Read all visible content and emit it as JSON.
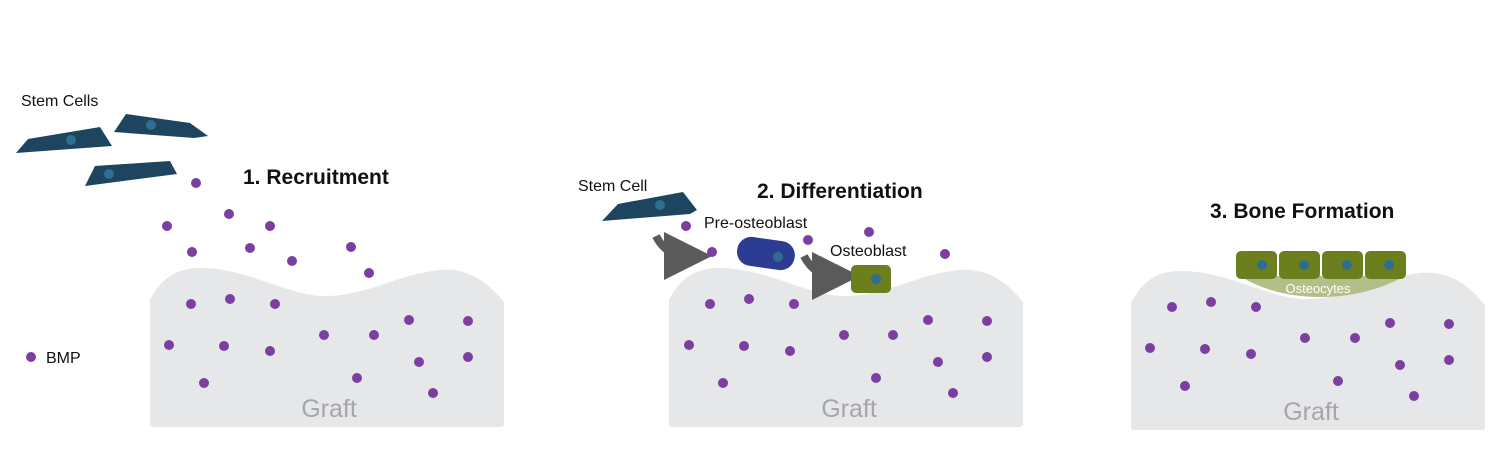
{
  "panels": {
    "recruitment": {
      "title": "1. Recruitment",
      "stem_label": "Stem Cells",
      "graft_label": "Graft"
    },
    "differentiation": {
      "title": "2. Differentiation",
      "stem_label": "Stem Cell",
      "pre_label": "Pre-osteoblast",
      "osteo_label": "Osteoblast",
      "graft_label": "Graft"
    },
    "bone_formation": {
      "title": "3. Bone Formation",
      "osteocytes_label": "Osteocytes",
      "graft_label": "Graft"
    }
  },
  "legend": {
    "bmp_label": "BMP"
  },
  "colors": {
    "stem_cell": "#1d4560",
    "nucleus": "#2f6e90",
    "bmp": "#7a3fa0",
    "graft": "#e6e7e9",
    "pre_osteoblast": "#2c3c93",
    "osteoblast": "#6b7f1f",
    "osteocyte_layer": "#b3bf86",
    "arrow": "#5a5a5a"
  }
}
